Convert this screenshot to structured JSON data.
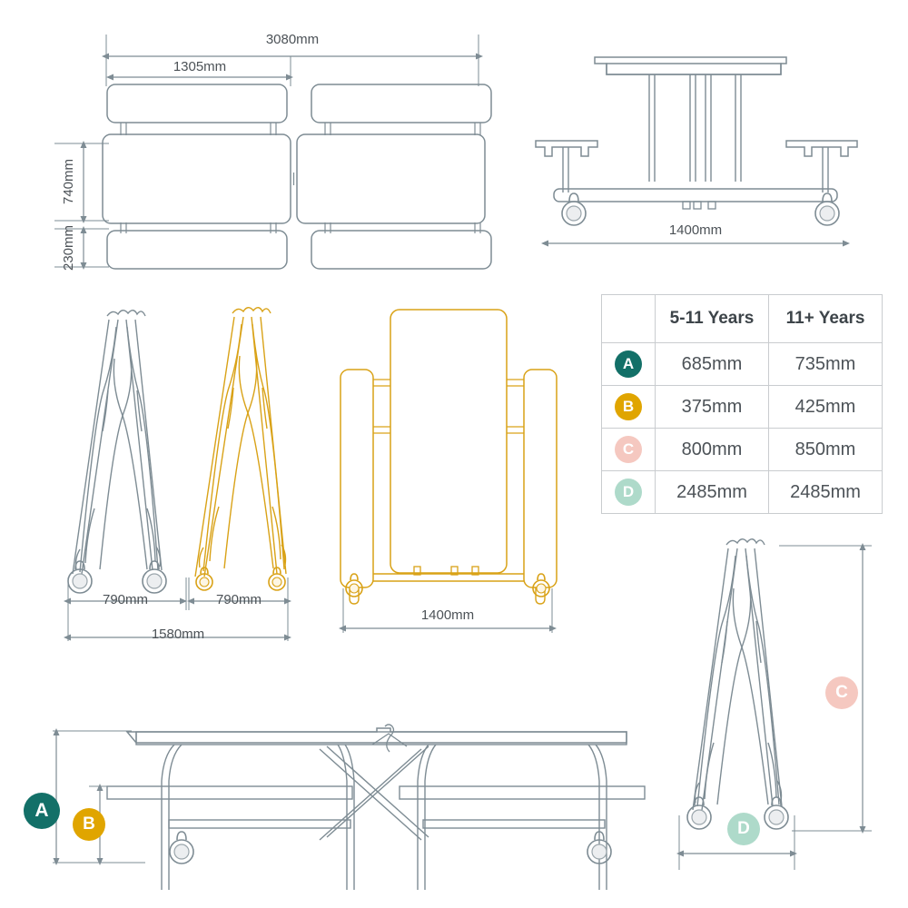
{
  "diagram": {
    "title": "Folding table technical dimension drawing",
    "colors": {
      "line_gray": "#7e8c94",
      "line_amber": "#d9a217",
      "dim_text": "#4c5257",
      "badge_a": "#137068",
      "badge_b": "#e0a500",
      "badge_c": "#f5c8c0",
      "badge_d": "#aedaca",
      "table_border": "#c9cccf",
      "header_text": "#3d4449"
    }
  },
  "views": {
    "plan": {
      "name": "top-plan-view",
      "dimensions": {
        "overall_width": "3080mm",
        "half_width": "1305mm",
        "table_depth": "740mm",
        "bench_depth": "230mm"
      }
    },
    "side": {
      "name": "end-elevation-view",
      "dimensions": {
        "width": "1400mm"
      }
    },
    "legs_folded_pair": {
      "name": "folded-leg-pair-view",
      "dimensions": {
        "left_leg_width": "790mm",
        "right_leg_width": "790mm",
        "total_width": "1580mm"
      }
    },
    "folded_front": {
      "name": "folded-front-view",
      "dimensions": {
        "width": "1400mm"
      }
    },
    "front_elevation": {
      "name": "front-elevation-view",
      "badges": [
        "A",
        "B"
      ]
    },
    "folded_side": {
      "name": "folded-side-view",
      "badges": [
        "C",
        "D"
      ]
    }
  },
  "spec_table": {
    "name": "size-specification-table",
    "columns": [
      "",
      "5-11 Years",
      "11+ Years"
    ],
    "rows": [
      {
        "key": "A",
        "badge_color": "#137068",
        "badge_text_color": "#ffffff",
        "values": [
          "685mm",
          "735mm"
        ]
      },
      {
        "key": "B",
        "badge_color": "#e0a500",
        "badge_text_color": "#ffffff",
        "values": [
          "375mm",
          "425mm"
        ]
      },
      {
        "key": "C",
        "badge_color": "#f5c8c0",
        "badge_text_color": "#ffffff",
        "values": [
          "800mm",
          "850mm"
        ]
      },
      {
        "key": "D",
        "badge_color": "#aedaca",
        "badge_text_color": "#ffffff",
        "values": [
          "2485mm",
          "2485mm"
        ]
      }
    ]
  },
  "labels": {
    "d3080": "3080mm",
    "d1305": "1305mm",
    "d740": "740mm",
    "d230": "230mm",
    "d1400_side": "1400mm",
    "d790_left": "790mm",
    "d790_right": "790mm",
    "d1580": "1580mm",
    "d1400_folded": "1400mm",
    "badge_a": "A",
    "badge_b": "B",
    "badge_c": "C",
    "badge_d": "D"
  }
}
